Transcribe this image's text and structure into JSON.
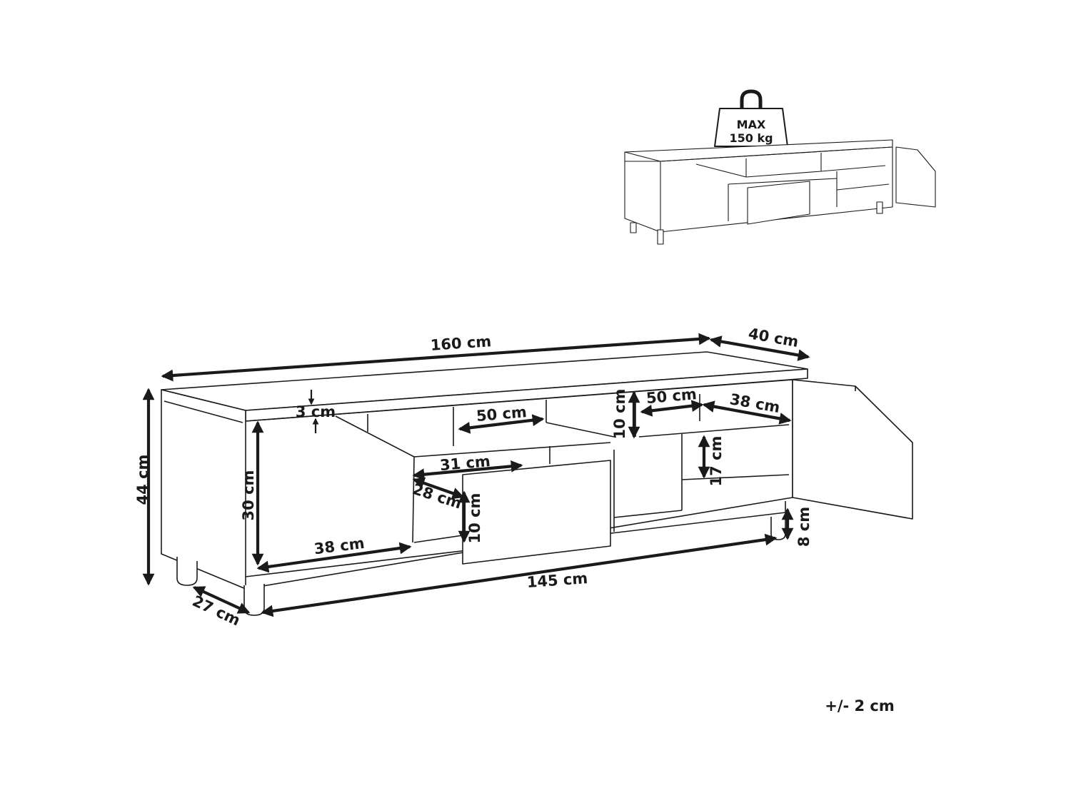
{
  "max_load": {
    "line1": "MAX",
    "line2": "150 kg"
  },
  "dimensions": {
    "total_width": "160 cm",
    "depth": "40 cm",
    "height": "44 cm",
    "top_thickness": "3 cm",
    "open_shelf_width": "50 cm",
    "right_shelf_width": "50 cm",
    "upper_compartment_height": "10 cm",
    "cabinet_depth": "38 cm",
    "left_compartment_height": "30 cm",
    "left_compartment_depth": "38 cm",
    "drawer_width": "31 cm",
    "drawer_depth": "28 cm",
    "drawer_height": "10 cm",
    "right_compartment_height": "17 cm",
    "leg_height": "8 cm",
    "leg_span": "145 cm",
    "leg_depth": "27 cm"
  },
  "tolerance": "+/- 2 cm"
}
